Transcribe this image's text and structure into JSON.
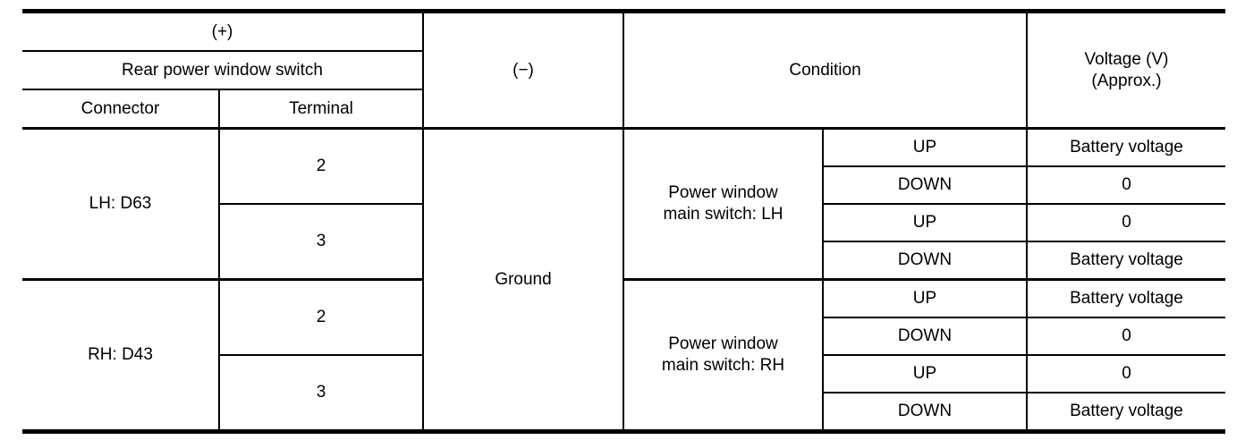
{
  "header": {
    "plus": "(+)",
    "switch_group": "Rear power window switch",
    "connector": "Connector",
    "terminal": "Terminal",
    "minus": "(−)",
    "condition": "Condition",
    "voltage_line1": "Voltage (V)",
    "voltage_line2": "(Approx.)"
  },
  "body": {
    "ground": "Ground",
    "groups": [
      {
        "connector": "LH: D63",
        "switch_line1": "Power window",
        "switch_line2": "main switch: LH",
        "terminals": [
          {
            "terminal": "2",
            "rows": [
              {
                "direction": "UP",
                "voltage": "Battery voltage"
              },
              {
                "direction": "DOWN",
                "voltage": "0"
              }
            ]
          },
          {
            "terminal": "3",
            "rows": [
              {
                "direction": "UP",
                "voltage": "0"
              },
              {
                "direction": "DOWN",
                "voltage": "Battery voltage"
              }
            ]
          }
        ]
      },
      {
        "connector": "RH: D43",
        "switch_line1": "Power window",
        "switch_line2": "main switch: RH",
        "terminals": [
          {
            "terminal": "2",
            "rows": [
              {
                "direction": "UP",
                "voltage": "Battery voltage"
              },
              {
                "direction": "DOWN",
                "voltage": "0"
              }
            ]
          },
          {
            "terminal": "3",
            "rows": [
              {
                "direction": "UP",
                "voltage": "0"
              },
              {
                "direction": "DOWN",
                "voltage": "Battery voltage"
              }
            ]
          }
        ]
      }
    ]
  }
}
